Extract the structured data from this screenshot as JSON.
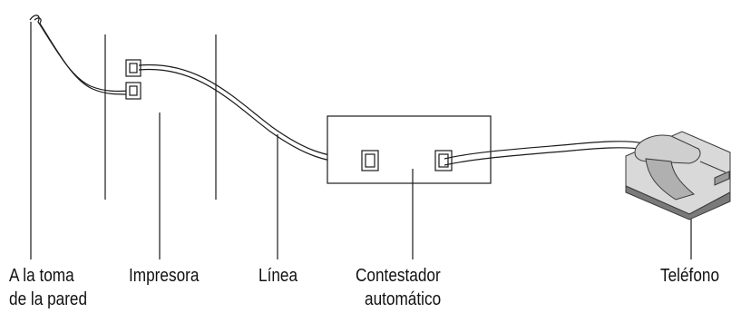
{
  "labels": {
    "wall": [
      "A la toma",
      "de la pared"
    ],
    "printer": "Impresora",
    "line": "Línea",
    "answering_machine": [
      "Contestador",
      "automático"
    ],
    "phone": "Teléfono"
  },
  "colors": {
    "line": "#1a1a1a",
    "phone_body": "#d9d9d9",
    "phone_dark": "#9a9a9a",
    "phone_shadow": "#7a7a7a"
  },
  "icons": {
    "wall_jack": "wall-socket-icon",
    "phone": "telephone-icon"
  }
}
